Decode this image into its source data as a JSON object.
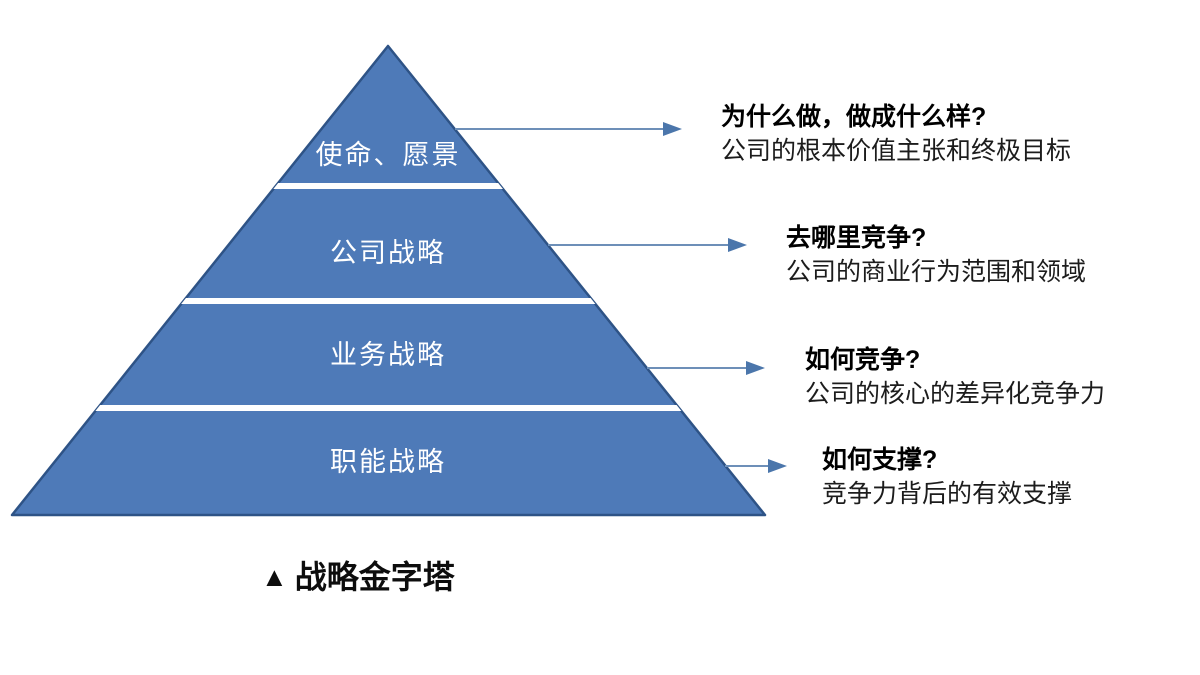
{
  "diagram": {
    "caption": {
      "marker": "▲",
      "text": "战略金字塔"
    },
    "colors": {
      "pyramid_fill": "#4e7ab8",
      "pyramid_border": "#2e5386",
      "divider": "#ffffff",
      "arrow_line": "#6d8fb8",
      "arrow_head": "#4b76ab",
      "label_text": "#ffffff",
      "annotation_text": "#1a1a1a"
    },
    "pyramid": {
      "levels": [
        {
          "label": "使命、愿景",
          "annotation": {
            "title": "为什么做，做成什么样?",
            "desc": "公司的根本价值主张和终极目标"
          }
        },
        {
          "label": "公司战略",
          "annotation": {
            "title": "去哪里竞争?",
            "desc": "公司的商业行为范围和领域"
          }
        },
        {
          "label": "业务战略",
          "annotation": {
            "title": "如何竞争?",
            "desc": "公司的核心的差异化竞争力"
          }
        },
        {
          "label": "职能战略",
          "annotation": {
            "title": "如何支撑?",
            "desc": "竞争力背后的有效支撑"
          }
        }
      ]
    }
  }
}
